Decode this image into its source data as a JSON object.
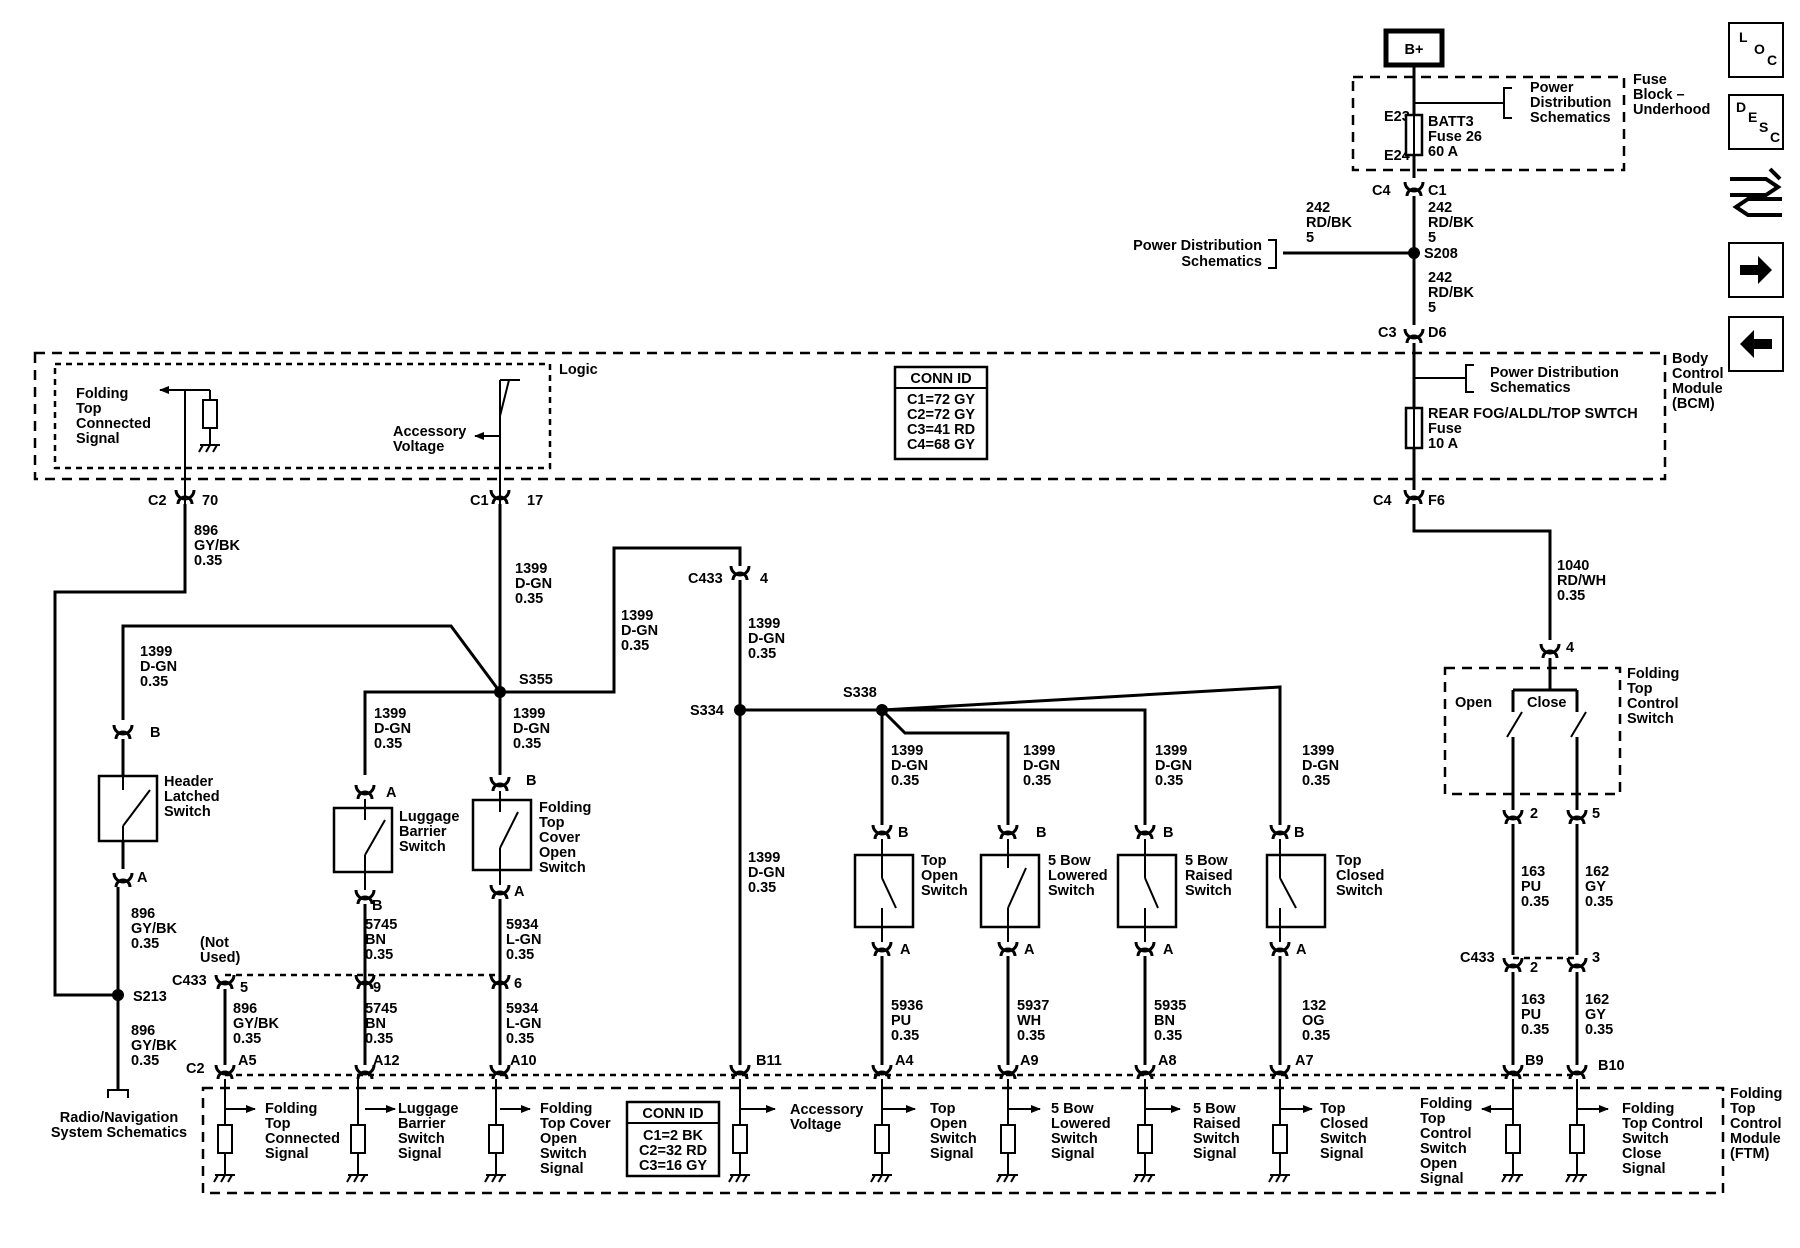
{
  "power": {
    "source": "B+"
  },
  "fuse_block": {
    "pins": [
      "E23",
      "E24"
    ],
    "fuse_lines": [
      "BATT3",
      "Fuse 26",
      "60 A"
    ],
    "ref_lines": [
      "Power",
      "Distribution",
      "Schematics"
    ],
    "title_lines": [
      "Fuse",
      "Block –",
      "Underhood"
    ]
  },
  "feed": {
    "conn_top_left": "C4",
    "conn_top_right": "C1",
    "wire_top": [
      "242",
      "RD/BK",
      "5"
    ],
    "wire_side": [
      "242",
      "RD/BK",
      "5"
    ],
    "side_ref": [
      "Power Distribution",
      "Schematics"
    ],
    "splice": "S208",
    "wire_lower": [
      "242",
      "RD/BK",
      "5"
    ],
    "conn_bcm_left": "C3",
    "conn_bcm_right": "D6"
  },
  "bcm": {
    "title_lines": [
      "Body",
      "Control",
      "Module",
      "(BCM)"
    ],
    "logic_label": "Logic",
    "folding_top_signal": [
      "Folding",
      "Top",
      "Connected",
      "Signal"
    ],
    "accessory_voltage": [
      "Accessory",
      "Voltage"
    ],
    "power_ref": [
      "Power Distribution",
      "Schematics"
    ],
    "fuse_lines": [
      "REAR FOG/ALDL/TOP SWTCH",
      "Fuse",
      "10 A"
    ],
    "conn_id_title": "CONN ID",
    "conn_ids": [
      "C1=72 GY",
      "C2=72 GY",
      "C3=41 RD",
      "C4=68 GY"
    ],
    "pin_c2": "C2",
    "pin_70": "70",
    "pin_c1": "C1",
    "pin_17": "17",
    "pin_c4": "C4",
    "pin_f6": "F6"
  },
  "wires": {
    "w896_top": [
      "896",
      "GY/BK",
      "0.35"
    ],
    "w1399_c1": [
      "1399",
      "D-GN",
      "0.35"
    ],
    "w1399_left": [
      "1399",
      "D-GN",
      "0.35"
    ],
    "w1399_branch": [
      "1399",
      "D-GN",
      "0.35"
    ],
    "w1399_luggage": [
      "1399",
      "D-GN",
      "0.35"
    ],
    "w1399_cover": [
      "1399",
      "D-GN",
      "0.35"
    ],
    "w1399_c433": [
      "1399",
      "D-GN",
      "0.35"
    ],
    "w1399_s334": [
      "1399",
      "D-GN",
      "0.35"
    ],
    "w1399_top_open": [
      "1399",
      "D-GN",
      "0.35"
    ],
    "w1399_5bow_low": [
      "1399",
      "D-GN",
      "0.35"
    ],
    "w1399_5bow_raise": [
      "1399",
      "D-GN",
      "0.35"
    ],
    "w1399_top_closed": [
      "1399",
      "D-GN",
      "0.35"
    ],
    "w896_mid": [
      "896",
      "GY/BK",
      "0.35"
    ],
    "w5745_a": [
      "5745",
      "BN",
      "0.35"
    ],
    "w5934_a": [
      "5934",
      "L-GN",
      "0.35"
    ],
    "w896_low": [
      "896",
      "GY/BK",
      "0.35"
    ],
    "w5745_b": [
      "5745",
      "BN",
      "0.35"
    ],
    "w5934_b": [
      "5934",
      "L-GN",
      "0.35"
    ],
    "w896_radio": [
      "896",
      "GY/BK",
      "0.35"
    ],
    "w5936": [
      "5936",
      "PU",
      "0.35"
    ],
    "w5937": [
      "5937",
      "WH",
      "0.35"
    ],
    "w5935": [
      "5935",
      "BN",
      "0.35"
    ],
    "w132": [
      "132",
      "OG",
      "0.35"
    ],
    "w1040": [
      "1040",
      "RD/WH",
      "0.35"
    ],
    "w163_a": [
      "163",
      "PU",
      "0.35"
    ],
    "w162_a": [
      "162",
      "GY",
      "0.35"
    ],
    "w163_b": [
      "163",
      "PU",
      "0.35"
    ],
    "w162_b": [
      "162",
      "GY",
      "0.35"
    ]
  },
  "splices": {
    "s355": "S355",
    "s334": "S334",
    "s338": "S338",
    "s213": "S213"
  },
  "switches": {
    "header_latched": [
      "Header",
      "Latched",
      "Switch"
    ],
    "luggage_barrier": [
      "Luggage",
      "Barrier",
      "Switch"
    ],
    "folding_top_cover": [
      "Folding",
      "Top",
      "Cover",
      "Open",
      "Switch"
    ],
    "top_open": [
      "Top",
      "Open",
      "Switch"
    ],
    "bow_lowered": [
      "5 Bow",
      "Lowered",
      "Switch"
    ],
    "bow_raised": [
      "5 Bow",
      "Raised",
      "Switch"
    ],
    "top_closed": [
      "Top",
      "Closed",
      "Switch"
    ],
    "folding_top_control": [
      "Folding",
      "Top",
      "Control",
      "Switch"
    ],
    "open": "Open",
    "close": "Close"
  },
  "pins": {
    "a": "A",
    "b": "B",
    "c433": "C433",
    "c433_4": "4",
    "c433_5": "5",
    "c433_9": "9",
    "c433_6": "6",
    "c433_2": "2",
    "c433_3": "3",
    "ftcs_4": "4",
    "ftcs_2": "2",
    "ftcs_5": "5",
    "not_used": [
      "(Not",
      "Used)"
    ],
    "c2": "C2",
    "a5": "A5",
    "a12": "A12",
    "a10": "A10",
    "b11": "B11",
    "a4": "A4",
    "a9": "A9",
    "a8": "A8",
    "a7": "A7",
    "b9": "B9",
    "b10": "B10"
  },
  "radio_ref": [
    "Radio/Navigation",
    "System Schematics"
  ],
  "ftm": {
    "title_lines": [
      "Folding",
      "Top",
      "Control",
      "Module",
      "(FTM)"
    ],
    "conn_id_title": "CONN ID",
    "conn_ids": [
      "C1=2 BK",
      "C2=32 RD",
      "C3=16 GY"
    ],
    "sig_connected": [
      "Folding",
      "Top",
      "Connected",
      "Signal"
    ],
    "sig_luggage": [
      "Luggage",
      "Barrier",
      "Switch",
      "Signal"
    ],
    "sig_cover": [
      "Folding",
      "Top Cover",
      "Open",
      "Switch",
      "Signal"
    ],
    "sig_accessory": [
      "Accessory",
      "Voltage"
    ],
    "sig_top_open": [
      "Top",
      "Open",
      "Switch",
      "Signal"
    ],
    "sig_bow_low": [
      "5 Bow",
      "Lowered",
      "Switch",
      "Signal"
    ],
    "sig_bow_raise": [
      "5 Bow",
      "Raised",
      "Switch",
      "Signal"
    ],
    "sig_top_closed": [
      "Top",
      "Closed",
      "Switch",
      "Signal"
    ],
    "sig_ctrl_open": [
      "Folding",
      "Top",
      "Control",
      "Switch",
      "Open",
      "Signal"
    ],
    "sig_ctrl_close": [
      "Folding",
      "Top Control",
      "Switch",
      "Close",
      "Signal"
    ]
  },
  "nav": {
    "loc": [
      "L",
      "O",
      "C"
    ],
    "desc": [
      "D",
      "E",
      "S",
      "C"
    ]
  }
}
